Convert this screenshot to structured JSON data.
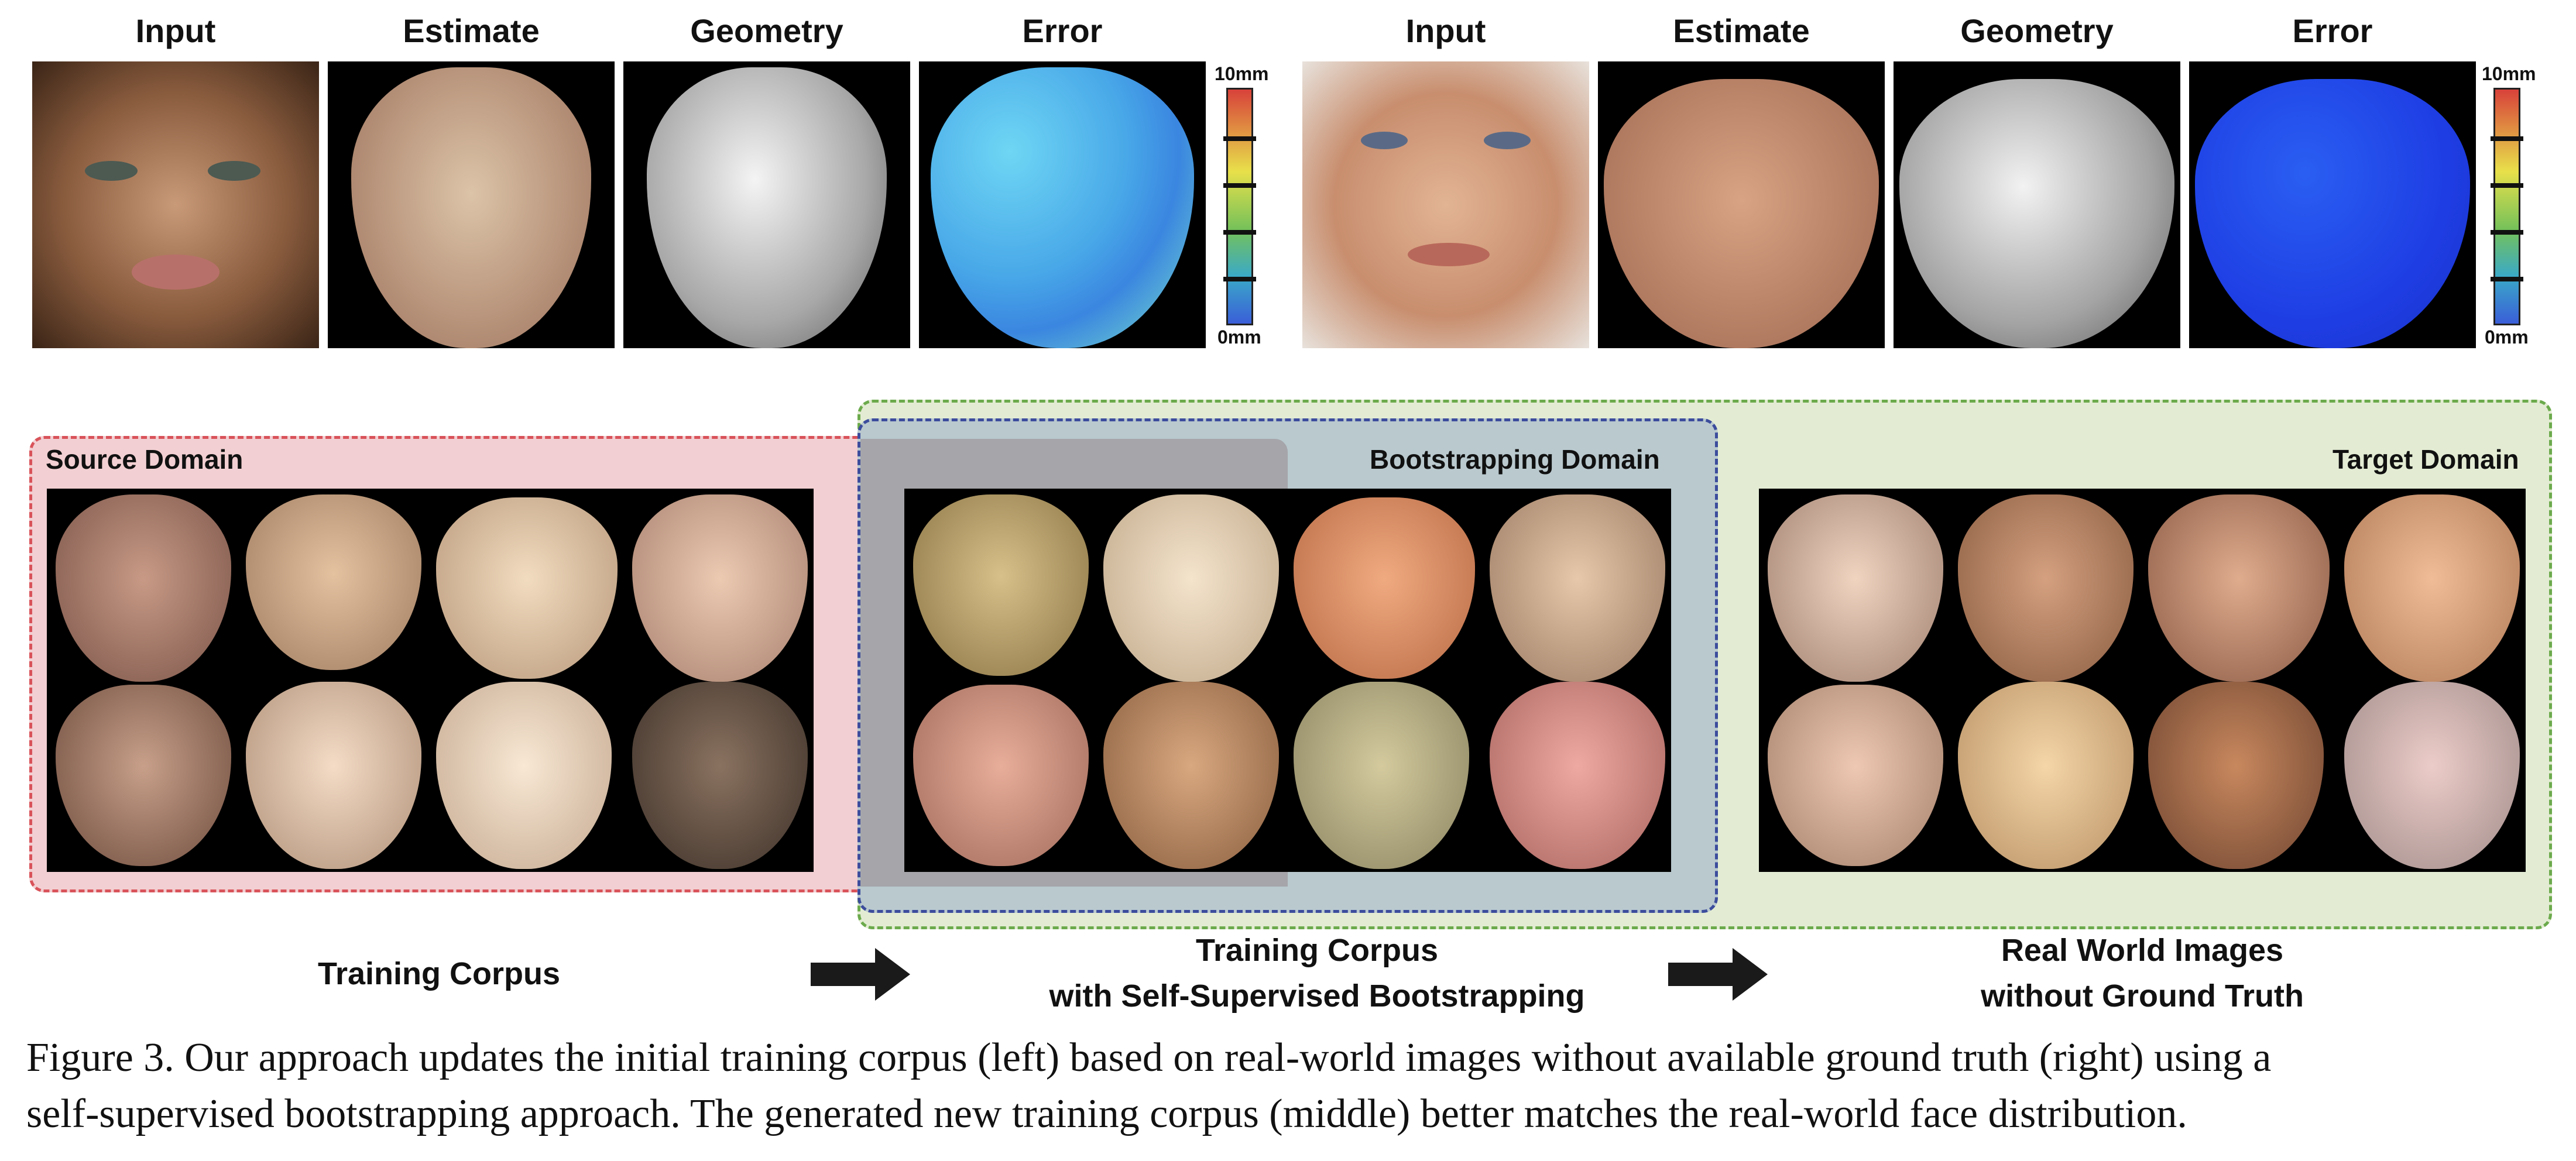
{
  "top_row": {
    "headers_left": [
      "Input",
      "Estimate",
      "Geometry",
      "Error"
    ],
    "headers_right": [
      "Input",
      "Estimate",
      "Geometry",
      "Error"
    ],
    "scale_max": "10mm",
    "scale_min": "0mm"
  },
  "domains": {
    "source": "Source Domain",
    "bootstrap": "Bootstrapping Domain",
    "target": "Target Domain"
  },
  "bottom_labels": {
    "left": "Training Corpus",
    "middle_line1": "Training Corpus",
    "middle_line2": "with Self-Supervised Bootstrapping",
    "right_line1": "Real World Images",
    "right_line2": "without Ground Truth"
  },
  "caption": {
    "line1": "Figure 3. Our approach updates the initial training corpus (left) based on real-world images without available ground truth (right) using a",
    "line2": "self-supervised bootstrapping approach. The generated new training corpus (middle) better matches the real-world face distribution."
  },
  "colors": {
    "source_box": "#f2cfd2",
    "source_border": "#d9535a",
    "bootstrap_box": "#b9c9ce",
    "bootstrap_border": "#3c4c9c",
    "target_box": "#e3ecd3",
    "target_border": "#6caa4c"
  }
}
